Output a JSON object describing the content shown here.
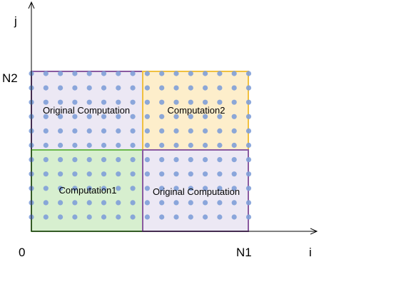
{
  "diagram": {
    "axes": {
      "y_label": "j",
      "x_label": "i",
      "origin_label": "0",
      "x_max_label": "N1",
      "y_max_label": "N2"
    },
    "regions": [
      {
        "id": "top-left",
        "label": "Original Computation",
        "fill": "#ece8f4",
        "stroke": "#8a5aa0"
      },
      {
        "id": "top-right",
        "label": "Computation2",
        "fill": "#fdeecb",
        "stroke": "#f0c040"
      },
      {
        "id": "bottom-left",
        "label": "Computation1",
        "fill": "#d7efcf",
        "stroke": "#6ab84c"
      },
      {
        "id": "bottom-right",
        "label": "Original Computation",
        "fill": "#ece8f4",
        "stroke": "#8a5aa0"
      }
    ],
    "colors": {
      "dot": "#7f9fd8",
      "axis": "#000000"
    }
  }
}
